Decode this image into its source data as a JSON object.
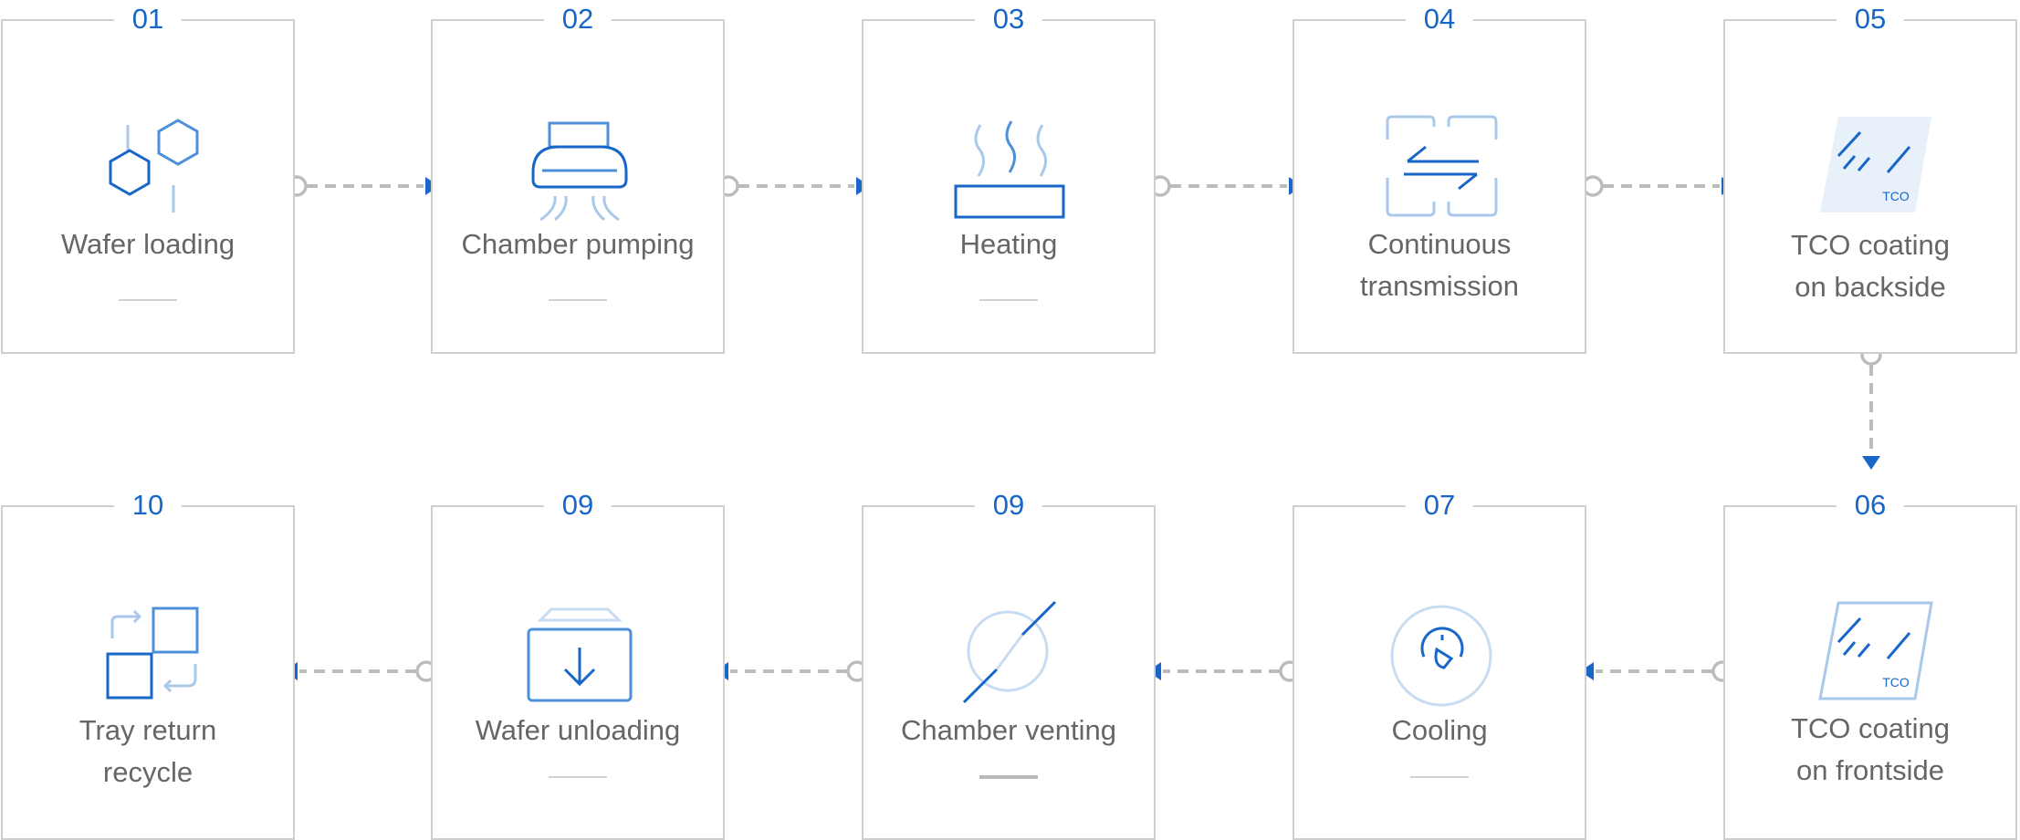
{
  "steps": [
    {
      "num": "01",
      "lines": [
        "Wafer loading"
      ],
      "icon": "hexagon-icon"
    },
    {
      "num": "02",
      "lines": [
        "Chamber pumping"
      ],
      "icon": "vacuum-pump-icon"
    },
    {
      "num": "03",
      "lines": [
        "Heating"
      ],
      "icon": "heater-icon"
    },
    {
      "num": "04",
      "lines": [
        "Continuous",
        "transmission"
      ],
      "icon": "transfer-arrows-icon"
    },
    {
      "num": "05",
      "lines": [
        "TCO coating",
        "on backside"
      ],
      "icon": "tco-glass-icon",
      "icon_text": "TCO"
    },
    {
      "num": "06",
      "lines": [
        "TCO coating",
        "on frontside"
      ],
      "icon": "tco-glass-outline-icon",
      "icon_text": "TCO"
    },
    {
      "num": "07",
      "lines": [
        "Cooling"
      ],
      "icon": "thermometer-gauge-icon"
    },
    {
      "num": "09",
      "lines": [
        "Chamber venting"
      ],
      "icon": "vent-icon"
    },
    {
      "num": "09",
      "lines": [
        "Wafer unloading"
      ],
      "icon": "unload-tray-icon"
    },
    {
      "num": "10",
      "lines": [
        "Tray return",
        "recycle"
      ],
      "icon": "tray-return-icon"
    }
  ],
  "colors": {
    "accent": "#1766c8",
    "light_accent": "#a9c8ea",
    "border": "#cfcfcf",
    "text": "#666666",
    "connector": "#bcbcbc"
  }
}
